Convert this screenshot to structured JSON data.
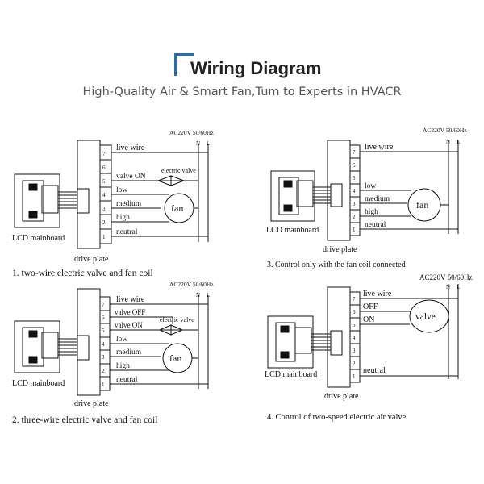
{
  "header": {
    "title": "Wiring Diagram",
    "subtitle": "High-Quality Air & Smart Fan,Tum to Experts in HVACR"
  },
  "diagrams": [
    {
      "power": "AC220V 50/60Hz",
      "n": "N",
      "l": "L",
      "lcd": "LCD mainboard",
      "plate": "drive plate",
      "caption": "1. two-wire electric valve and fan coil",
      "terminals": [
        "7",
        "6",
        "5",
        "4",
        "3",
        "2",
        "1"
      ],
      "wires": {
        "live": "live wire",
        "valve_on": "valve ON",
        "low": "low",
        "medium": "medium",
        "high": "high",
        "neutral": "neutral"
      },
      "valve_label": "electric valve",
      "device": "fan"
    },
    {
      "power": "AC220V 50/60Hz",
      "n": "N",
      "l": "L",
      "lcd": "LCD mainboard",
      "plate": "drive plate",
      "caption": "3. Control only with the fan coil connected",
      "terminals": [
        "7",
        "6",
        "5",
        "4",
        "3",
        "2",
        "1"
      ],
      "wires": {
        "live": "live wire",
        "low": "low",
        "medium": "medium",
        "high": "high",
        "neutral": "neutral"
      },
      "device": "fan"
    },
    {
      "power": "AC220V 50/60Hz",
      "n": "N",
      "l": "L",
      "lcd": "LCD mainboard",
      "plate": "drive plate",
      "caption": "2. three-wire electric valve and fan coil",
      "terminals": [
        "7",
        "6",
        "5",
        "4",
        "3",
        "2",
        "1"
      ],
      "wires": {
        "live": "live wire",
        "valve_off": "valve OFF",
        "valve_on": "valve ON",
        "low": "low",
        "medium": "medium",
        "high": "high",
        "neutral": "neutral"
      },
      "valve_label": "electric valve",
      "device": "fan"
    },
    {
      "power": "AC220V 50/60Hz",
      "n": "N",
      "l": "L",
      "lcd": "LCD mainboard",
      "plate": "drive plate",
      "caption": "4. Control of two-speed electric air valve",
      "terminals": [
        "7",
        "6",
        "5",
        "4",
        "3",
        "2",
        "1"
      ],
      "wires": {
        "live": "live wire",
        "off": "OFF",
        "on": "ON",
        "neutral": "neutral"
      },
      "device": "valve"
    }
  ]
}
